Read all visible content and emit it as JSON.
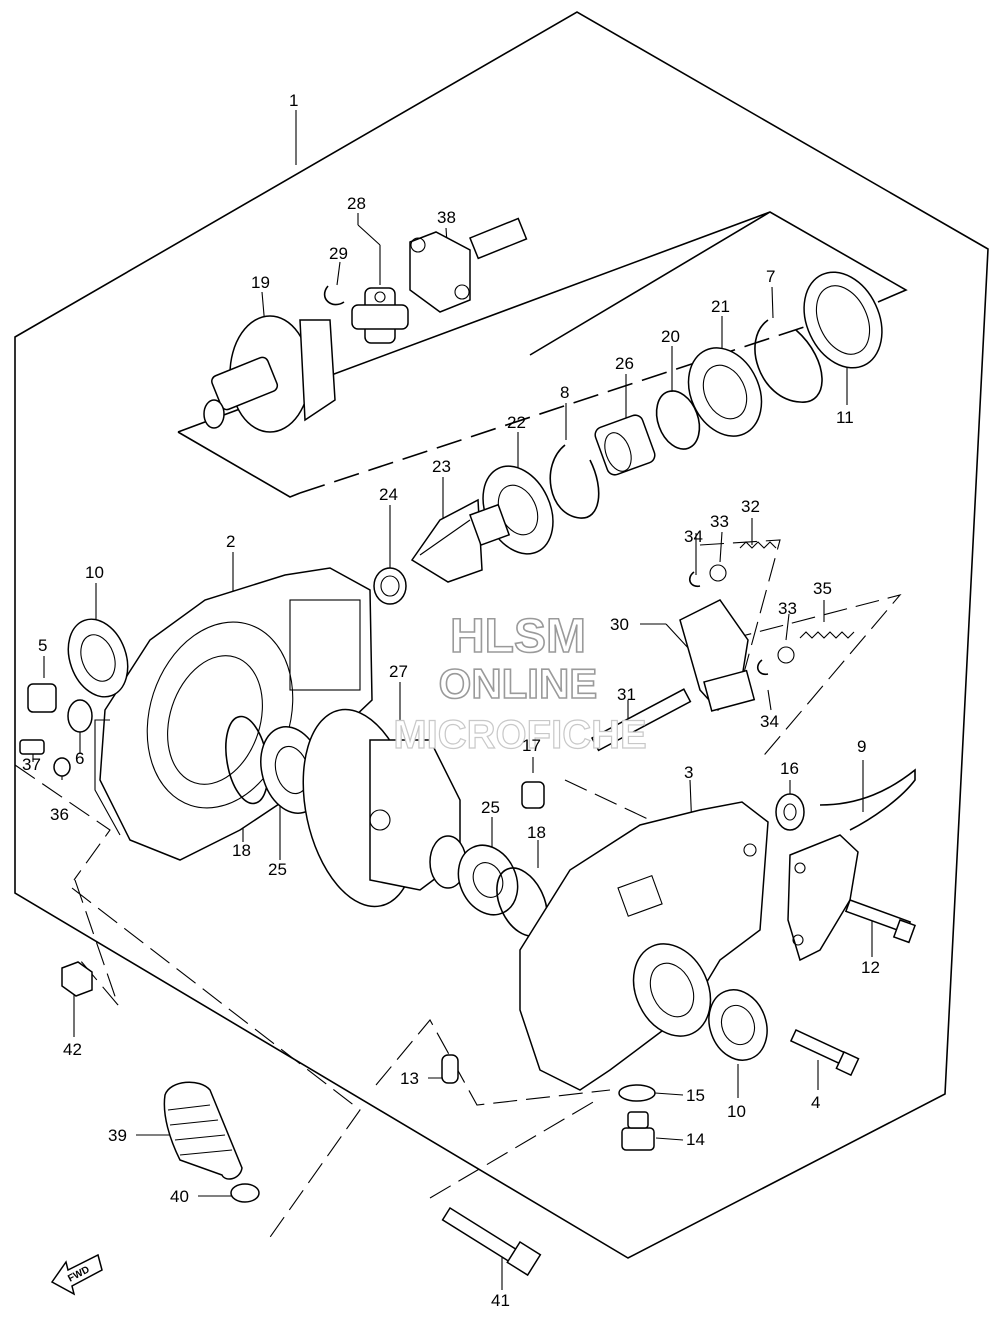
{
  "watermark": {
    "line1": "HLSM",
    "line2": "ONLINE",
    "line3": "MICROFICHE"
  },
  "fwd_label": "FWD",
  "callouts": [
    "1",
    "2",
    "3",
    "4",
    "5",
    "6",
    "7",
    "8",
    "9",
    "10",
    "10",
    "11",
    "12",
    "13",
    "14",
    "15",
    "16",
    "17",
    "18",
    "18",
    "19",
    "20",
    "21",
    "22",
    "23",
    "24",
    "25",
    "25",
    "26",
    "27",
    "28",
    "29",
    "30",
    "31",
    "32",
    "33",
    "33",
    "34",
    "34",
    "35",
    "36",
    "37",
    "38",
    "39",
    "40",
    "41",
    "42"
  ]
}
